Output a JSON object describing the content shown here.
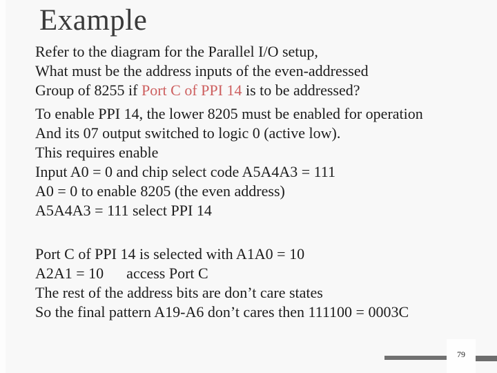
{
  "slide": {
    "title": "Example",
    "para1": {
      "line1": "Refer to the diagram for the Parallel I/O setup,",
      "line2": "What must be the address inputs of the even-addressed",
      "line3": {
        "pre": "Group of 8255 if ",
        "highlight": "Port C of PPI 14",
        "post": " is to be addressed?"
      }
    },
    "para2": {
      "lines": [
        "To enable PPI 14, the lower 8205 must be enabled for operation",
        "And its 07 output switched to logic 0 (active low).",
        "This requires enable",
        "Input A0 = 0 and chip select code A5A4A3 = 111",
        "A0 = 0 to enable 8205 (the even address)",
        "A5A4A3 = 111 select PPI 14"
      ]
    },
    "para3": {
      "lines": [
        "Port C of PPI 14 is selected with A1A0 = 10",
        "A2A1 = 10      access Port C",
        "The rest of the address bits are don’t care states",
        "So the final pattern A19-A6 don’t cares then 111100 = 0003C"
      ]
    },
    "footer": {
      "page_number": "79"
    },
    "colors": {
      "background": "#f8f8f8",
      "title_text": "#3a3a3a",
      "body_text": "#1c1c1c",
      "accent_red": "#cd5f5f",
      "bar_gray": "#717171",
      "page_box": "#fefefe"
    }
  }
}
